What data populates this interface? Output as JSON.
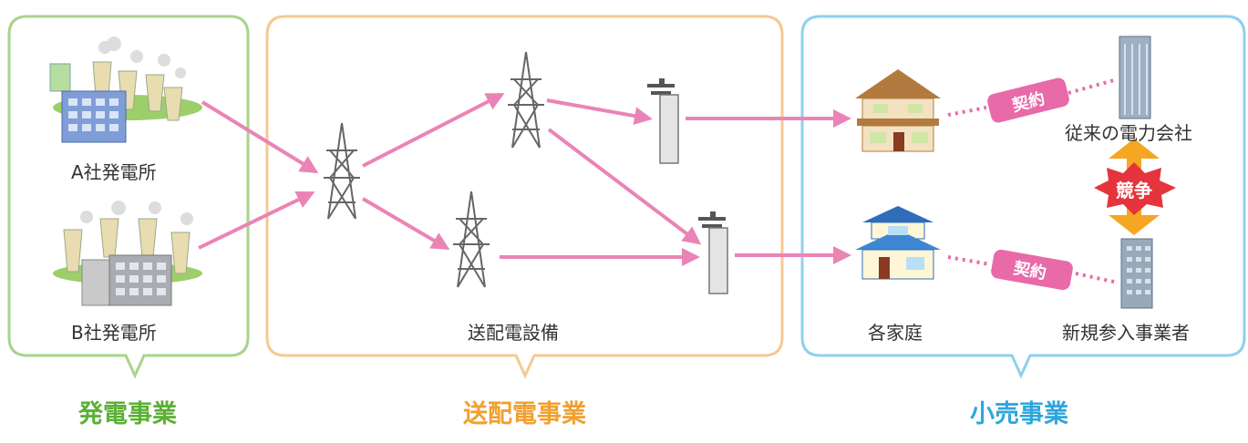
{
  "sections": {
    "generation": {
      "label": "発電事業",
      "color": "#5bb034",
      "border": "#a9d48a"
    },
    "transmission": {
      "label": "送配電事業",
      "color": "#f0a030",
      "border": "#f6c992"
    },
    "retail": {
      "label": "小売事業",
      "color": "#2ea6dc",
      "border": "#8fd0ee"
    }
  },
  "plants": {
    "a": "A社発電所",
    "b": "B社発電所"
  },
  "grid": {
    "label": "送配電設備"
  },
  "retail": {
    "homes": "各家庭",
    "incumbent": "従来の電力会社",
    "newcomer": "新規参入事業者",
    "contract": "契約",
    "competition": "競争"
  },
  "colors": {
    "flow": "#ea84b6",
    "contract_tag": "#e96aa9",
    "compete_badge": "#e5343b",
    "compete_arrow": "#f5a623"
  }
}
